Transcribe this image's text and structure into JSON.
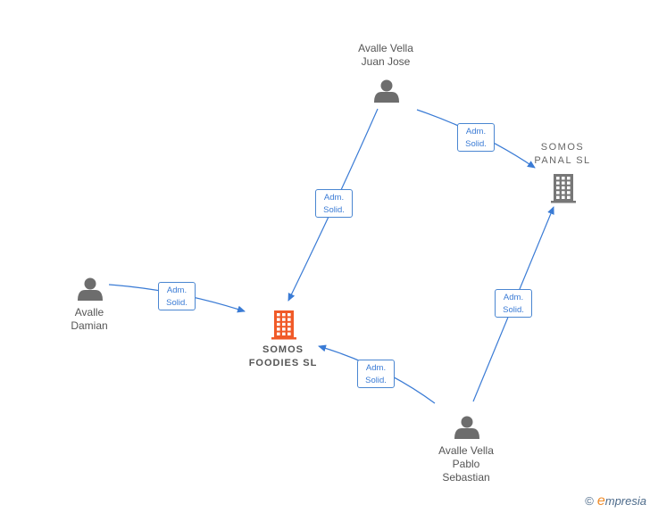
{
  "persons": [
    {
      "id": "jj",
      "lines": [
        "Avalle Vella",
        "Juan Jose"
      ]
    },
    {
      "id": "damian",
      "lines": [
        "Avalle",
        "Damian"
      ]
    },
    {
      "id": "pablo",
      "lines": [
        "Avalle Vella",
        "Pablo",
        "Sebastian"
      ]
    }
  ],
  "companies": [
    {
      "id": "foodies",
      "lines": [
        "SOMOS",
        "FOODIES  SL"
      ],
      "color": "#f05a28"
    },
    {
      "id": "panal",
      "lines": [
        "SOMOS",
        "PANAL  SL"
      ],
      "color": "#777777"
    }
  ],
  "edges": [
    {
      "from": "jj",
      "to": "panal",
      "lines": [
        "Adm.",
        "Solid."
      ]
    },
    {
      "from": "jj",
      "to": "foodies",
      "lines": [
        "Adm.",
        "Solid."
      ]
    },
    {
      "from": "damian",
      "to": "foodies",
      "lines": [
        "Adm.",
        "Solid."
      ]
    },
    {
      "from": "pablo",
      "to": "panal",
      "lines": [
        "Adm.",
        "Solid."
      ]
    },
    {
      "from": "pablo",
      "to": "foodies",
      "lines": [
        "Adm.",
        "Solid."
      ]
    }
  ],
  "colors": {
    "edge": "#3a7bd5",
    "person_icon": "#6d6d6d"
  },
  "watermark": {
    "symbol": "©",
    "brand_initial": "e",
    "brand_rest": "mpresia"
  }
}
